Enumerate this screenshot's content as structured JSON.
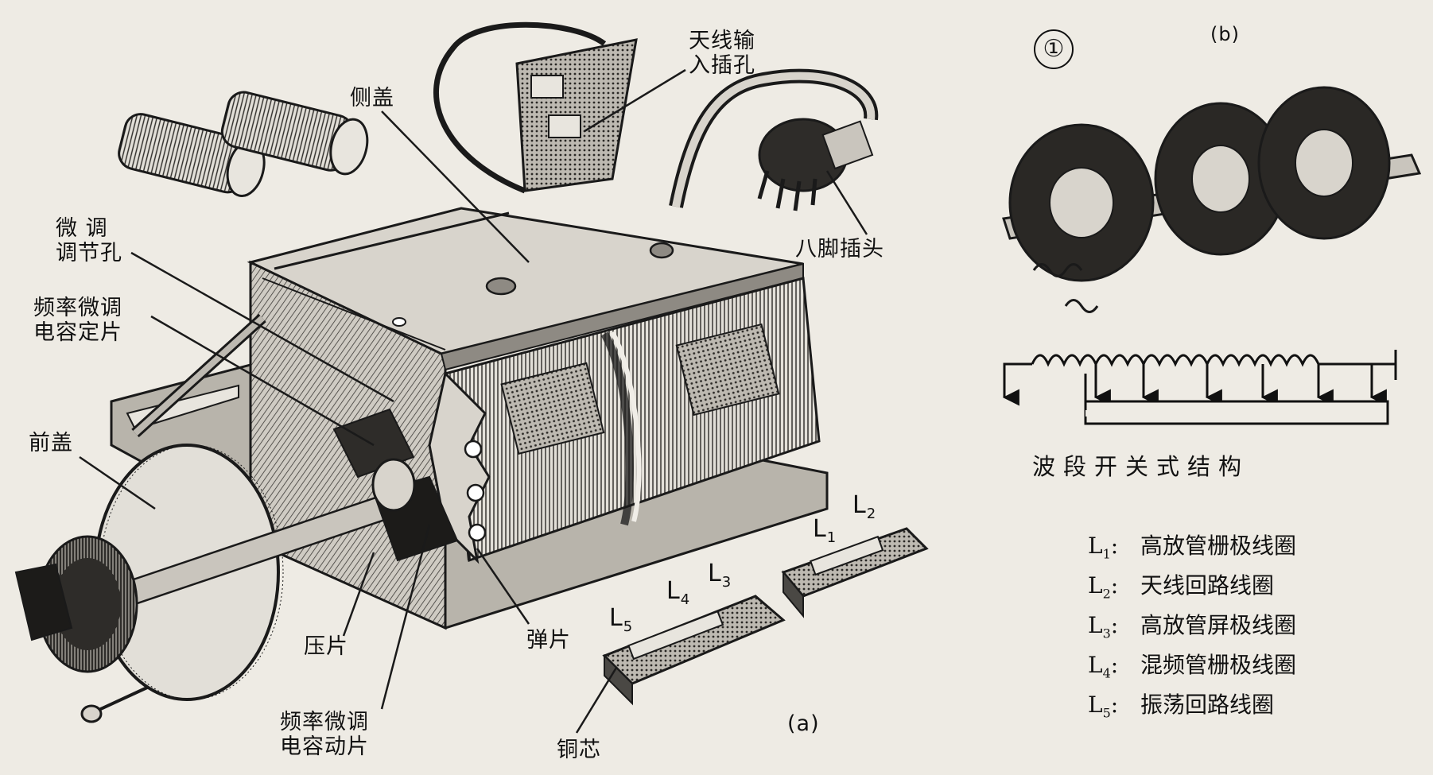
{
  "figure_number": "①",
  "panel_a": {
    "panel_label": "(a)",
    "labels": {
      "antenna_socket": [
        "天线输",
        "入插孔"
      ],
      "side_cover": "侧盖",
      "eight_pin_plug": "八脚插头",
      "fine_tune_hole": [
        "微 调",
        "调节孔"
      ],
      "fine_cap_stator": [
        "频率微调",
        "电容定片"
      ],
      "front_cover": "前盖",
      "pressure_plate": "压片",
      "fine_cap_rotor": [
        "频率微调",
        "电容动片"
      ],
      "spring_contact": "弹片",
      "copper_core": "铜芯",
      "coil_L1": "L1",
      "coil_L2": "L2",
      "coil_L3": "L3",
      "coil_L4": "L4",
      "coil_L5": "L5"
    }
  },
  "panel_b": {
    "panel_label": "(b)",
    "caption": "波段开关式结构"
  },
  "legend": [
    {
      "symbol": "L",
      "sub": "1",
      "sep": ":",
      "text": "高放管栅极线圈"
    },
    {
      "symbol": "L",
      "sub": "2",
      "sep": ":",
      "text": "天线回路线圈"
    },
    {
      "symbol": "L",
      "sub": "3",
      "sep": ":",
      "text": "高放管屏极线圈"
    },
    {
      "symbol": "L",
      "sub": "4",
      "sep": ":",
      "text": "混频管栅极线圈"
    },
    {
      "symbol": "L",
      "sub": "5",
      "sep": ":",
      "text": "振荡回路线圈"
    }
  ],
  "colors": {
    "paper": "#eeebe4",
    "ink": "#1a1a1a",
    "metal_light": "#d9d6cf",
    "metal_mid": "#a9a59d",
    "metal_dark": "#4a4844"
  }
}
